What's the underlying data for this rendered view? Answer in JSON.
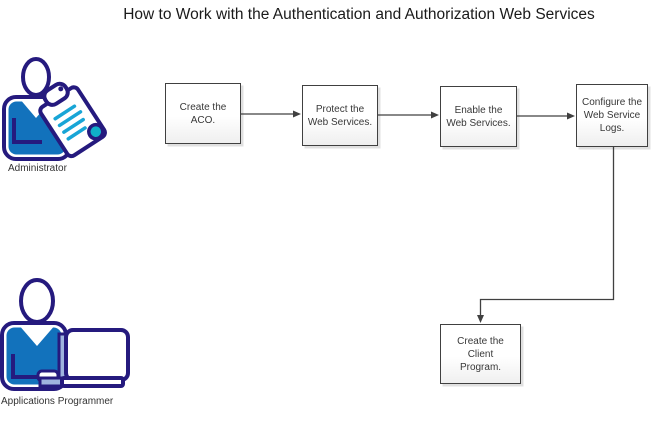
{
  "title": "How to Work with the Authentication and Authorization Web Services",
  "actors": [
    {
      "id": "administrator",
      "label": "Administrator"
    },
    {
      "id": "applications-programmer",
      "label": "Applications Programmer"
    }
  ],
  "steps": [
    {
      "label": "Create the ACO.",
      "lines": [
        "Create the",
        "ACO."
      ]
    },
    {
      "label": "Protect the Web Services.",
      "lines": [
        "Protect the",
        "Web Services."
      ]
    },
    {
      "label": "Enable the Web Services.",
      "lines": [
        "Enable the",
        "Web Services."
      ]
    },
    {
      "label": "Configure the Web Service Logs.",
      "lines": [
        "Configure the",
        "Web Service",
        "Logs."
      ]
    },
    {
      "label": "Create the Client Program.",
      "lines": [
        "Create the",
        "Client",
        "Program."
      ]
    }
  ],
  "colors": {
    "icon_outline_navy": "#251A7E",
    "icon_shirt_blue": "#1272BC",
    "icon_accent_cyan": "#18A5D6",
    "icon_accent_teal": "#10AFC8",
    "icon_accent_periwinkle": "#9FB3DF",
    "box_border": "#404040",
    "box_text": "#383838",
    "connector": "#404040",
    "title_text": "#1a1a1a"
  }
}
